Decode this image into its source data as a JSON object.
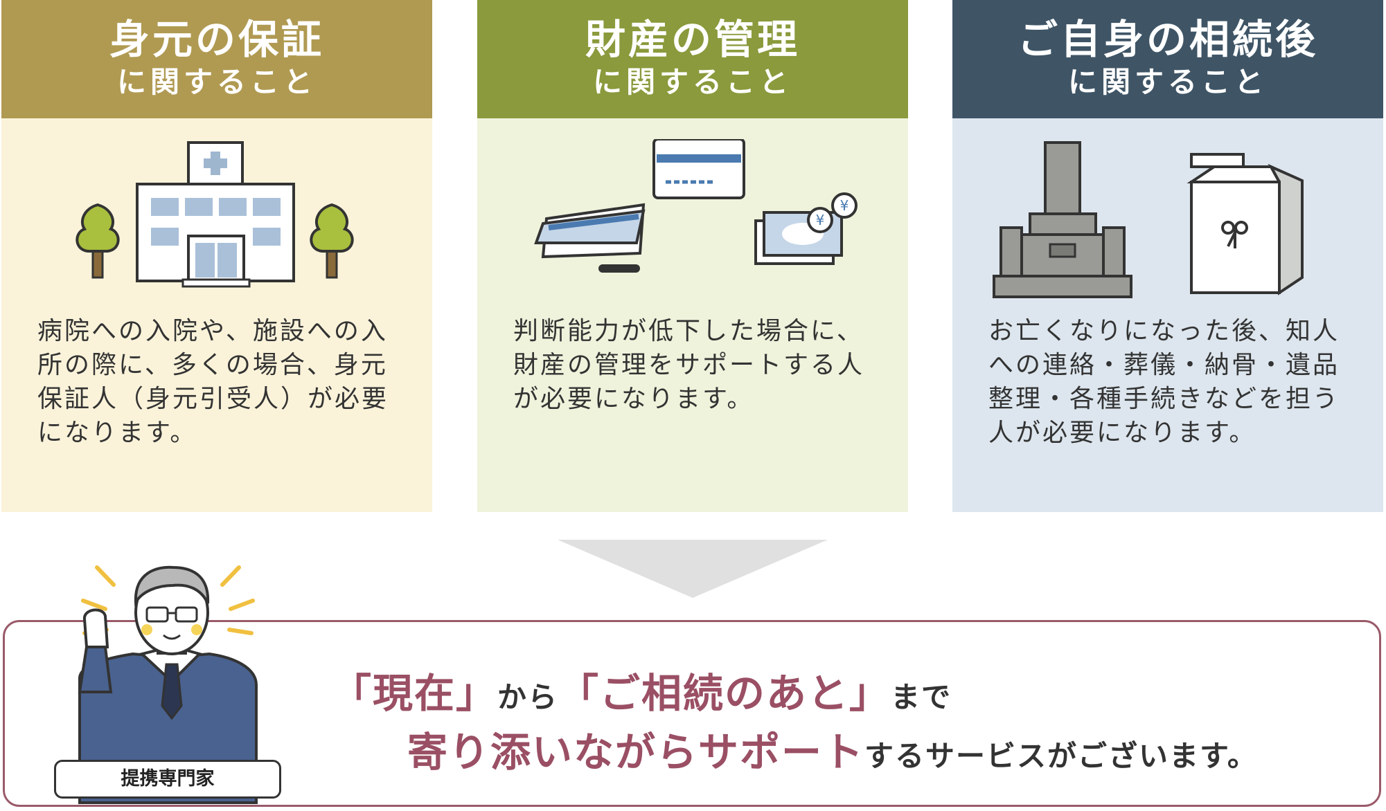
{
  "columns": [
    {
      "title": "身元の保証",
      "subtitle": "に関すること",
      "description": "病院への入院や、施設への入所の際に、多くの場合、身元保証人（身元引受人）が必要になります。",
      "header_color": "#b09a52",
      "body_color": "#faf3da"
    },
    {
      "title": "財産の管理",
      "subtitle": "に関すること",
      "description": "判断能力が低下した場合に、財産の管理をサポートする人が必要になります。",
      "header_color": "#8a9a3c",
      "body_color": "#eff3dc"
    },
    {
      "title": "ご自身の相続後",
      "subtitle": "に関すること",
      "description": "お亡くなりになった後、知人への連絡・葬儀・納骨・遺品整理・各種手続きなどを担う人が必要になります。",
      "header_color": "#3f5566",
      "body_color": "#dde6ee"
    }
  ],
  "bottom": {
    "expert_label": "提携専門家",
    "line1": {
      "part1": "「現在」",
      "part2": "から",
      "part3": "「ご相続のあと」",
      "part4": "まで"
    },
    "line2": {
      "part1": "寄り添いながらサポート",
      "part2": "するサービスがございます。"
    },
    "accent_color": "#9a4f64"
  },
  "icons": {
    "col1": [
      "hospital-icon",
      "tree-icon"
    ],
    "col2": [
      "bank-book-icon",
      "card-icon",
      "cash-icon"
    ],
    "col3": [
      "grave-icon",
      "urn-icon"
    ],
    "bottom": [
      "expert-person-icon",
      "down-arrow-icon"
    ]
  }
}
